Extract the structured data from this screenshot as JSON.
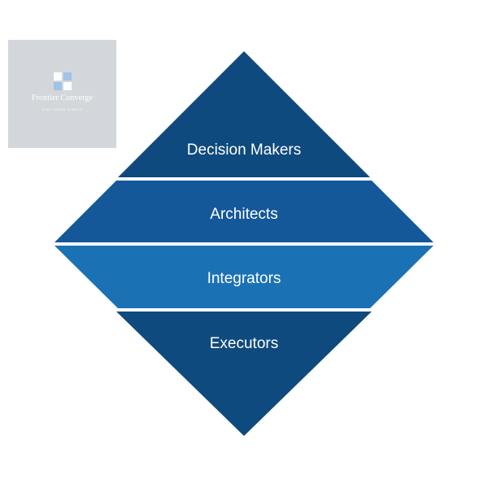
{
  "logo": {
    "name": "Frontier Converge",
    "tagline": "STAY AHEAD ALWAYS",
    "icon": "window-grid-icon",
    "background_color": "#d3d6da"
  },
  "diagram": {
    "tiers": [
      {
        "label": "Decision Makers",
        "color": "#0e4a7e"
      },
      {
        "label": "Architects",
        "color": "#14589a"
      },
      {
        "label": "Integrators",
        "color": "#1a72b5"
      },
      {
        "label": "Executors",
        "color": "#0e4a7e"
      }
    ]
  }
}
